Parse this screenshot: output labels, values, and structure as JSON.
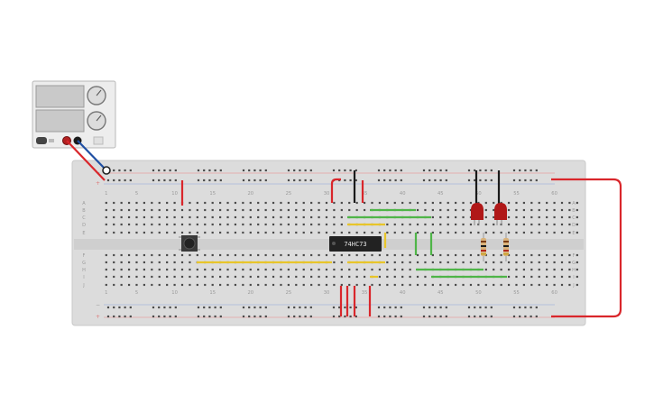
{
  "column_numbers": [
    "1",
    "5",
    "10",
    "15",
    "20",
    "25",
    "30",
    "35",
    "40",
    "45",
    "50",
    "55",
    "60"
  ],
  "row_letters_top": [
    "A",
    "B",
    "C",
    "D",
    "E"
  ],
  "row_letters_bottom": [
    "F",
    "G",
    "H",
    "I",
    "J"
  ],
  "ic": {
    "label": "74HC73"
  },
  "power_supply": {
    "status_text": ""
  },
  "colors": {
    "board": "#dcdcdc",
    "hole": "#444444",
    "wire_red": "#d9262b",
    "wire_black": "#1a1a1a",
    "wire_yellow": "#e8c52a",
    "wire_green": "#4fb548",
    "led_red": "#b01818",
    "ic_body": "#222222"
  },
  "icons": [
    "power-supply-icon",
    "push-button-icon",
    "ic-chip-icon",
    "led-icon",
    "resistor-icon"
  ]
}
